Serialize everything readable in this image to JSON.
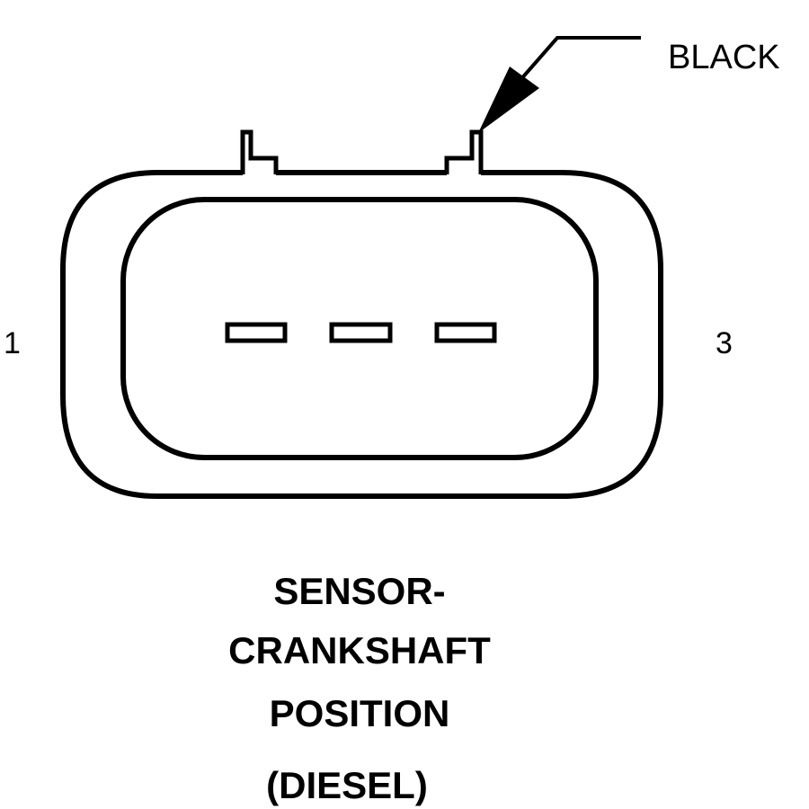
{
  "connector": {
    "pin_left_label": "1",
    "pin_right_label": "3",
    "wire_color_label": "BLACK",
    "terminal_count": 3
  },
  "caption": {
    "line1": "SENSOR-",
    "line2": "CRANKSHAFT",
    "line3": "POSITION",
    "line4": "(DIESEL)"
  },
  "colors": {
    "ink": "#000000",
    "background": "#ffffff"
  }
}
